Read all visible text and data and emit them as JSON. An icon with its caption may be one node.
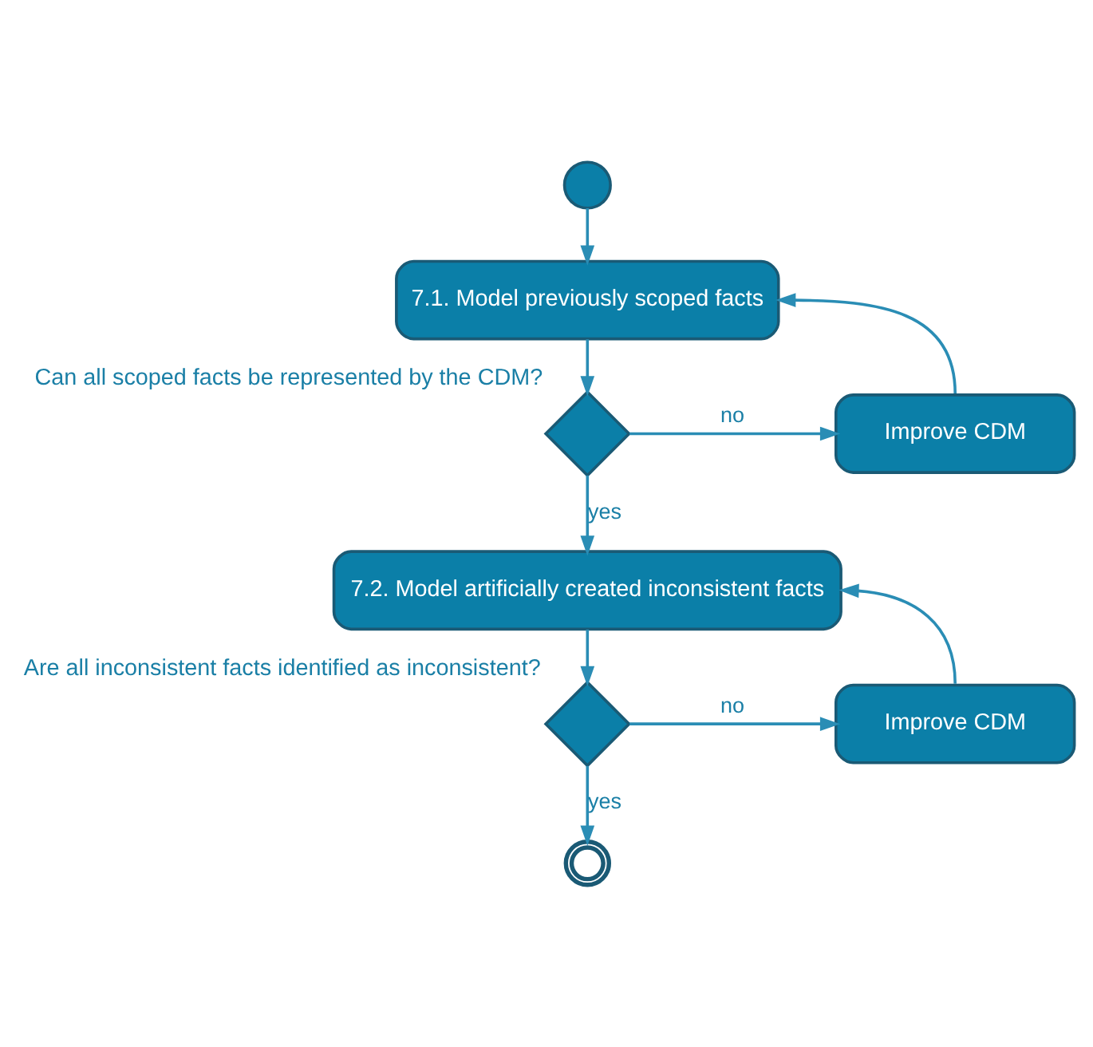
{
  "diagram": {
    "nodes": [
      {
        "text": [],
        "shape": "circle"
      },
      {
        "text": [
          "7.1. Model previously scoped facts"
        ]
      },
      {
        "text": [],
        "shape": "diamond",
        "beside": [
          "Can all scoped facts be represented by the CDM?"
        ]
      },
      {
        "text": [
          "Improve CDM"
        ]
      },
      {
        "text": [
          "7.2. Model artificially created inconsistent facts"
        ]
      },
      {
        "text": [],
        "shape": "diamond",
        "beside": [
          "Are all inconsistent facts identified as inconsistent?"
        ]
      },
      {
        "text": [
          "Improve CDM"
        ]
      },
      {
        "text": [],
        "shape": "ring"
      }
    ],
    "edges": [
      {
        "from": 0,
        "to": 1,
        "arrow": "to"
      },
      {
        "from": 1,
        "to": 2,
        "arrow": "to"
      },
      {
        "from": 2,
        "to": 3,
        "arrow": "to",
        "label": "no"
      },
      {
        "from": 3,
        "to": 1,
        "arrow": "to"
      },
      {
        "from": 2,
        "to": 4,
        "arrow": "to",
        "label": "yes"
      },
      {
        "from": 4,
        "to": 5,
        "arrow": "to"
      },
      {
        "from": 5,
        "to": 6,
        "arrow": "to",
        "label": "no"
      },
      {
        "from": 6,
        "to": 4,
        "arrow": "to"
      },
      {
        "from": 5,
        "to": 7,
        "arrow": "to",
        "label": "yes"
      }
    ]
  }
}
